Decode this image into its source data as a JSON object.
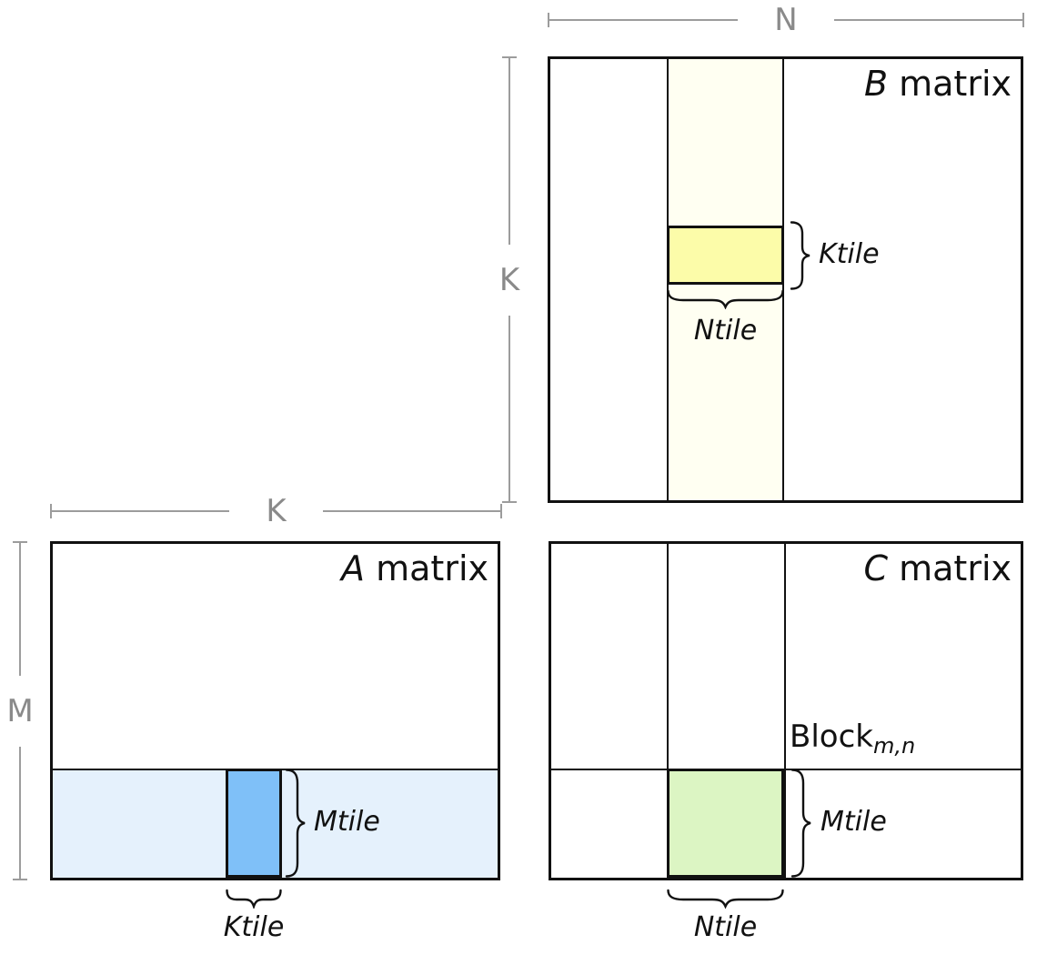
{
  "dims": {
    "n": "N",
    "k_beside_b": "K",
    "k_above_a": "K",
    "m": "M"
  },
  "matrices": {
    "b": {
      "letter": "B",
      "word": "matrix",
      "ktile": "Ktile",
      "ntile": "Ntile"
    },
    "a": {
      "letter": "A",
      "word": "matrix",
      "mtile": "Mtile",
      "ktile": "Ktile"
    },
    "c": {
      "letter": "C",
      "word": "matrix",
      "block_base": "Block",
      "block_subscript": "m,n",
      "mtile": "Mtile",
      "ntile": "Ntile"
    }
  },
  "colors": {
    "line_black": "#111111",
    "dim_line_gray": "#9c9c9c",
    "dim_label_gray": "#8a8a8a",
    "b_strip_cream": "#fffff2",
    "b_ktile_yellow": "#fcfca9",
    "a_strip_blue": "#e5f1fc",
    "a_mtile_blue": "#7fc0f8",
    "c_block_green": "#dcf5c3"
  }
}
